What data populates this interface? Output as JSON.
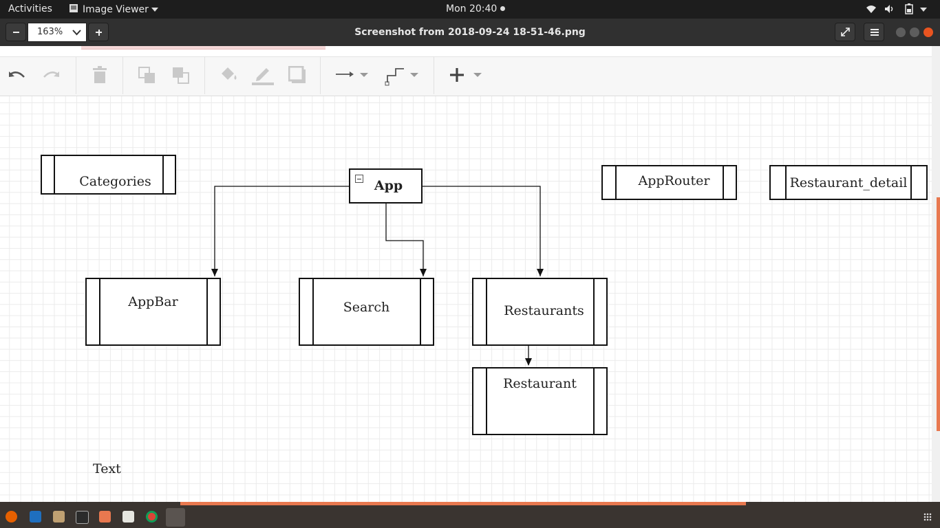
{
  "topbar": {
    "activities": "Activities",
    "app_menu": "Image Viewer",
    "clock": "Mon 20:40"
  },
  "viewer_header": {
    "zoom": "163%",
    "title": "Screenshot from 2018-09-24 18-51-46.png"
  },
  "diagram": {
    "nodes": {
      "categories": "Categories",
      "app": "App",
      "app_router": "AppRouter",
      "restaurant_detail": "Restaurant_detail",
      "appbar": "AppBar",
      "search": "Search",
      "restaurants": "Restaurants",
      "restaurant": "Restaurant"
    },
    "text_label": "Text",
    "edges": [
      {
        "from": "App",
        "to": "AppBar"
      },
      {
        "from": "App",
        "to": "Search"
      },
      {
        "from": "App",
        "to": "Restaurants"
      },
      {
        "from": "Restaurants",
        "to": "Restaurant"
      }
    ]
  },
  "toolbar_icons": [
    "undo-icon",
    "redo-icon",
    "delete-icon",
    "to-front-icon",
    "to-back-icon",
    "fill-color-icon",
    "line-color-icon",
    "shadow-icon",
    "connection-icon",
    "waypoints-icon",
    "insert-icon"
  ],
  "dock_icons": [
    "firefox-icon",
    "thunderbird-icon",
    "files-icon",
    "terminal-icon",
    "software-icon",
    "text-editor-icon",
    "chrome-icon",
    "image-viewer-icon",
    "app-grid-icon"
  ],
  "colors": {
    "topbar": "#1d1d1d",
    "accent": "#e8784f",
    "close": "#e95420"
  }
}
